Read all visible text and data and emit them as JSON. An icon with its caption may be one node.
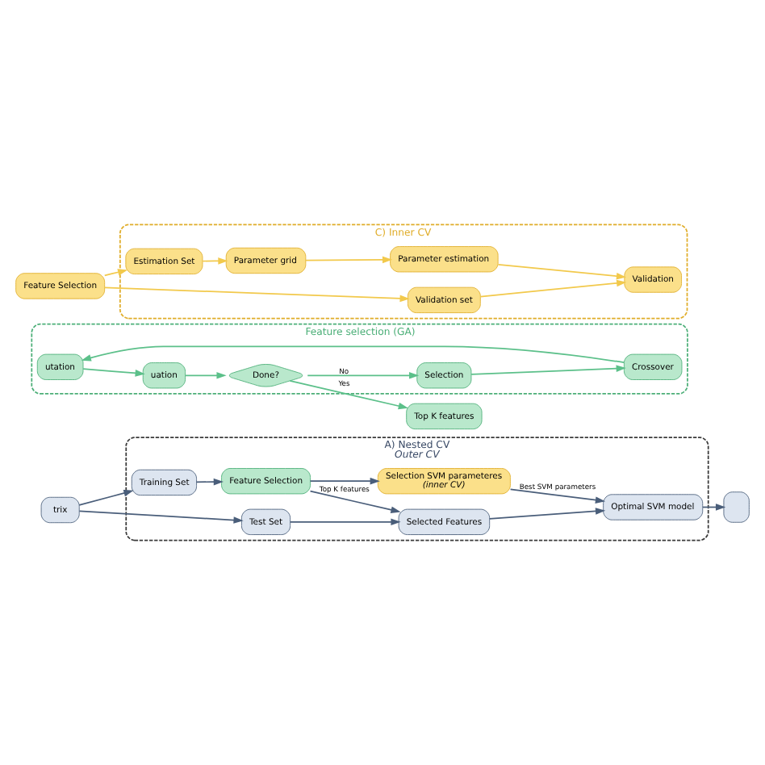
{
  "diagram": {
    "nodes": [
      {
        "text": [
          "trix"
        ]
      },
      {
        "text": [
          "A) Nested CV",
          "Outer CV"
        ]
      },
      {
        "text": [
          "Training Set"
        ],
        "in": 1
      },
      {
        "text": [
          "Feature Selection"
        ],
        "in": 1
      },
      {
        "text": [
          "Selection SVM parameteres",
          "(inner CV)"
        ],
        "in": 1
      },
      {
        "text": [
          "Test Set"
        ],
        "in": 1
      },
      {
        "text": [
          "Selected Features"
        ],
        "in": 1
      },
      {
        "text": [
          "Optimal SVM model"
        ],
        "in": 1
      },
      {
        "text": [],
        "shape": "box"
      },
      {
        "text": [
          "Feature selection (GA)"
        ]
      },
      {
        "text": [
          "utation"
        ],
        "in": 9
      },
      {
        "text": [
          "Crossover"
        ],
        "in": 9
      },
      {
        "text": [
          "Selection"
        ],
        "in": 9
      },
      {
        "text": [
          "uation"
        ],
        "in": 9
      },
      {
        "text": [
          "Done?"
        ],
        "in": 9
      },
      {
        "text": [
          "Top K features"
        ]
      },
      {
        "text": [
          "Feature Selection"
        ]
      },
      {
        "text": [
          "C) Inner CV"
        ]
      },
      {
        "text": [
          "Estimation Set"
        ],
        "in": 17
      },
      {
        "text": [
          "Parameter grid"
        ],
        "in": 17
      },
      {
        "text": [
          "Parameter estimation"
        ],
        "in": 17
      },
      {
        "text": [
          "Validation set"
        ],
        "in": 17
      },
      {
        "text": [
          "Validation"
        ],
        "in": 17
      }
    ],
    "edges": [
      {
        "from": 0,
        "to": 2,
        "arrow": "to"
      },
      {
        "from": 0,
        "to": 5,
        "arrow": "to"
      },
      {
        "from": 2,
        "to": 3,
        "arrow": "to"
      },
      {
        "from": 3,
        "to": 4,
        "arrow": "to"
      },
      {
        "from": 3,
        "to": 6,
        "arrow": "to",
        "label": "Top K features"
      },
      {
        "from": 4,
        "to": 7,
        "arrow": "to",
        "label": "Best SVM parameters"
      },
      {
        "from": 5,
        "to": 6,
        "arrow": "to"
      },
      {
        "from": 6,
        "to": 7,
        "arrow": "to"
      },
      {
        "from": 7,
        "to": 8,
        "arrow": "to"
      },
      {
        "from": 11,
        "to": 10,
        "arrow": "to",
        "color": "#5cc08a"
      },
      {
        "from": 10,
        "to": 13,
        "arrow": "to",
        "color": "#5cc08a"
      },
      {
        "from": 13,
        "to": 14,
        "arrow": "to",
        "color": "#5cc08a"
      },
      {
        "from": 14,
        "to": 12,
        "arrow": "to",
        "label": "No",
        "color": "#5cc08a"
      },
      {
        "from": 12,
        "to": 11,
        "arrow": "to",
        "color": "#5cc08a"
      },
      {
        "from": 14,
        "to": 15,
        "arrow": "to",
        "label": "Yes",
        "color": "#5cc08a"
      },
      {
        "from": 16,
        "to": 18,
        "arrow": "to",
        "color": "#f2c94c"
      },
      {
        "from": 16,
        "to": 21,
        "arrow": "to",
        "color": "#f2c94c"
      },
      {
        "from": 18,
        "to": 19,
        "arrow": "to",
        "color": "#f2c94c"
      },
      {
        "from": 19,
        "to": 20,
        "arrow": "to",
        "color": "#f2c94c"
      },
      {
        "from": 20,
        "to": 22,
        "arrow": "to",
        "color": "#f2c94c"
      },
      {
        "from": 21,
        "to": 22,
        "arrow": "to",
        "color": "#f2c94c"
      }
    ]
  }
}
